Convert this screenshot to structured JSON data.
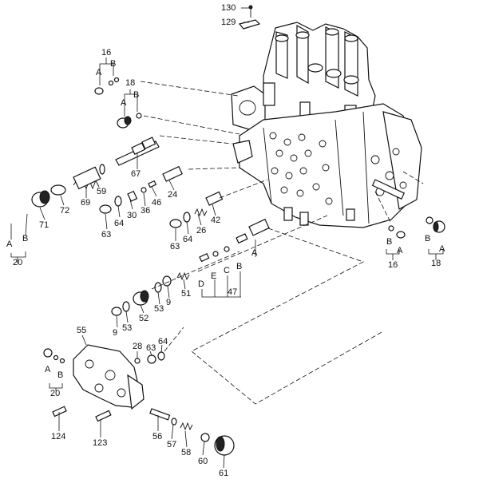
{
  "callouts": {
    "c130": "130",
    "c129": "129",
    "c16a": "16",
    "c16b": "16",
    "c18a": "18",
    "c18b": "18",
    "c20a": "20",
    "c20b": "20",
    "c67": "67",
    "c69": "69",
    "c72": "72",
    "c71": "71",
    "c59": "59",
    "c24": "24",
    "c46": "46",
    "c36": "36",
    "c30": "30",
    "c64a": "64",
    "c63a": "63",
    "c42": "42",
    "c26": "26",
    "c64b": "64",
    "c63b": "63",
    "c47": "47",
    "c51": "51",
    "c9a": "9",
    "c53a": "53",
    "c52": "52",
    "c53b": "53",
    "c9b": "9",
    "c55": "55",
    "c28": "28",
    "c63c": "63",
    "c64c": "64",
    "c124": "124",
    "c123": "123",
    "c56": "56",
    "c57": "57",
    "c58": "58",
    "c60": "60",
    "c61": "61"
  },
  "letters": {
    "a": "A",
    "b": "B",
    "c": "C",
    "d": "D",
    "e": "E"
  }
}
